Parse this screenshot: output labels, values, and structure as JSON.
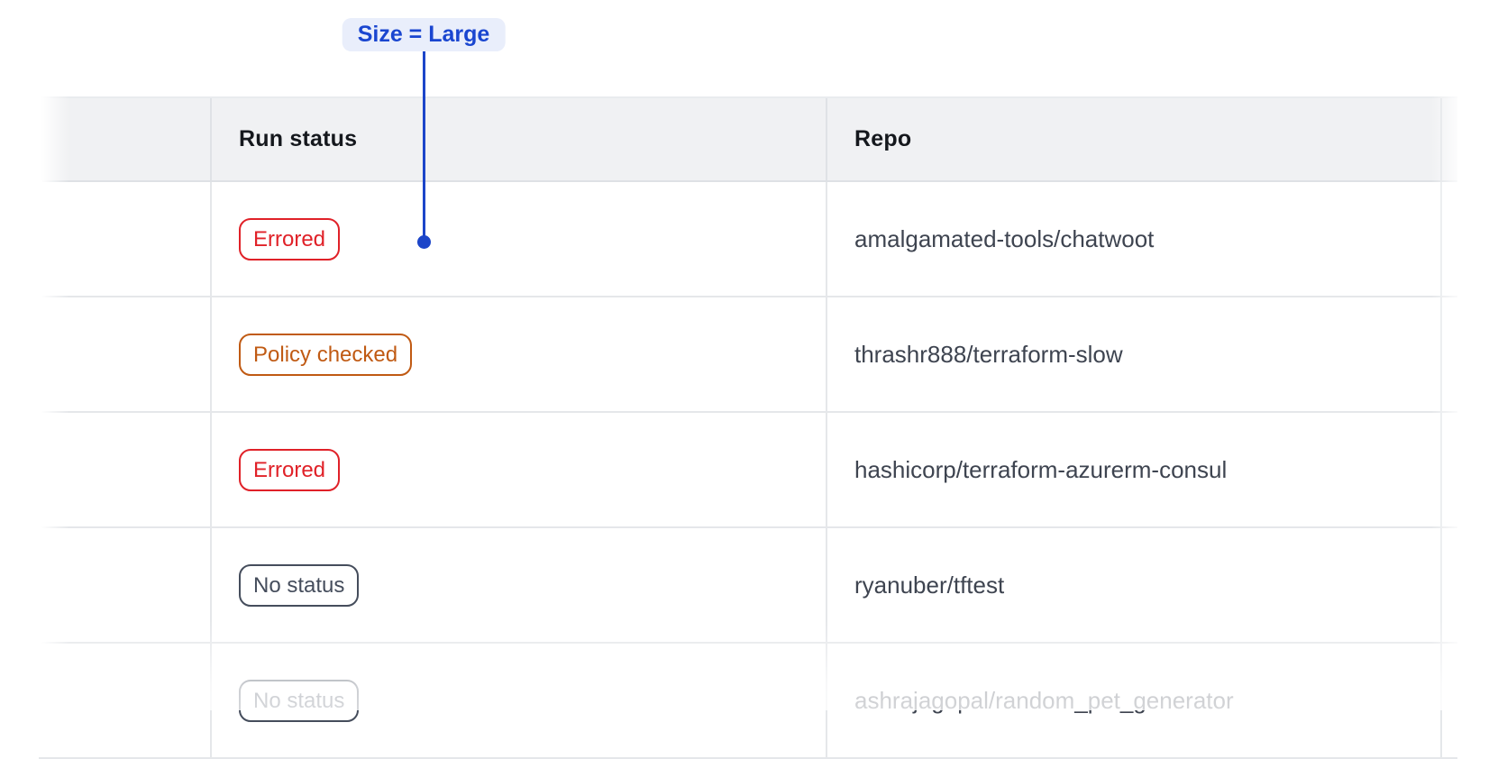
{
  "annotation": {
    "label": "Size = Large"
  },
  "table": {
    "columns": [
      {
        "label": ""
      },
      {
        "label": "Run status"
      },
      {
        "label": "Repo"
      },
      {
        "label": ""
      }
    ],
    "rows": [
      {
        "status": "Errored",
        "variant": "errored",
        "repo": "amalgamated-tools/chatwoot"
      },
      {
        "status": "Policy checked",
        "variant": "policy-checked",
        "repo": "thrashr888/terraform-slow"
      },
      {
        "status": "Errored",
        "variant": "errored",
        "repo": "hashicorp/terraform-azurerm-consul"
      },
      {
        "status": "No status",
        "variant": "no-status",
        "repo": "ryanuber/tftest"
      },
      {
        "status": "No status",
        "variant": "no-status",
        "repo": "ashrajagopal/random_pet_generator",
        "faded": true
      }
    ]
  },
  "colors": {
    "annotation_blue": "#1c45c9",
    "annotation_pill_bg": "#e9eefb",
    "status_errored": "#e02128",
    "status_policy_checked": "#c05a13",
    "status_no_status": "#454d5c",
    "header_bg": "#f0f1f3",
    "divider": "#e5e7ea",
    "repo_text": "#3e4450"
  }
}
